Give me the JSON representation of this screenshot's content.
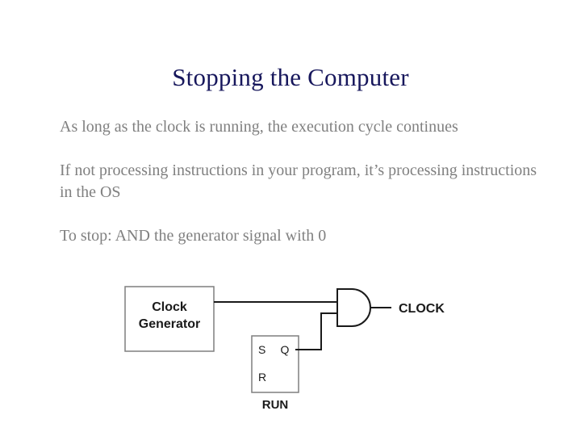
{
  "slide": {
    "title": "Stopping the Computer",
    "bullets": [
      "As long as the clock is running, the execution cycle continues",
      "If not processing instructions in your program, it’s processing instructions in the OS",
      "To stop: AND the generator signal with 0"
    ]
  },
  "diagram": {
    "name": "clock-gating-circuit",
    "clock_generator": {
      "line1": "Clock",
      "line2": "Generator"
    },
    "and_gate": {
      "label": "and-gate",
      "inputs": 2
    },
    "latch": {
      "set_label": "S",
      "q_label": "Q",
      "reset_label": "R",
      "caption": "RUN"
    },
    "output_label": "CLOCK"
  },
  "colors": {
    "title": "#17175c",
    "body_text": "#808080",
    "wire": "#1a1a1a",
    "box_border": "#7f7f7f",
    "background": "#ffffff"
  }
}
